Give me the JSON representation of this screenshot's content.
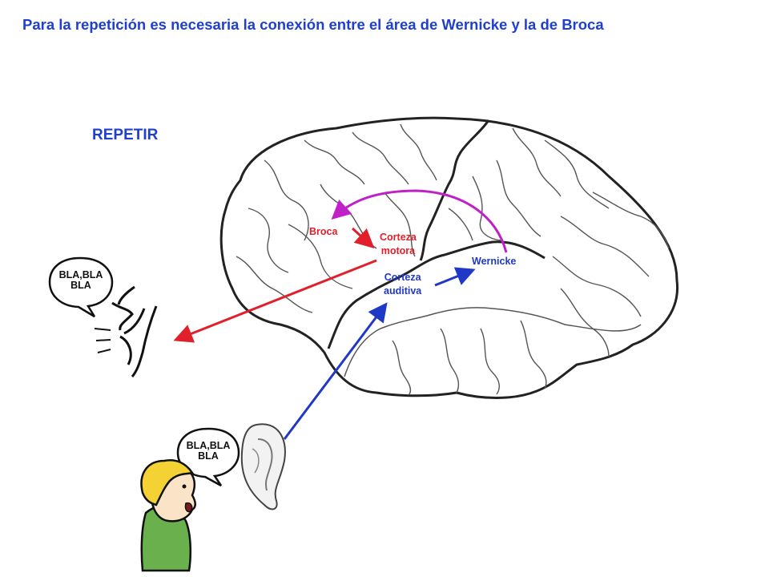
{
  "title": "Para la repetición es necesaria la conexión entre el área de Wernicke y la de Broca",
  "section_label": "REPETIR",
  "labels": {
    "broca": "Broca",
    "corteza_motora_1": "Corteza",
    "corteza_motora_2": "motora",
    "wernicke": "Wernicke",
    "corteza_auditiva_1": "Corteza",
    "corteza_auditiva_2": "auditiva"
  },
  "bubbles": {
    "mouth_line1": "BLA,BLA",
    "mouth_line2": "BLA",
    "boy_line1": "BLA,BLA",
    "boy_line2": "BLA"
  },
  "colors": {
    "title": "#1f3fd0",
    "motor_pathway": "#e0202a",
    "auditory_pathway": "#2038c8",
    "arcuate_fasciculus": "#c020c8"
  }
}
